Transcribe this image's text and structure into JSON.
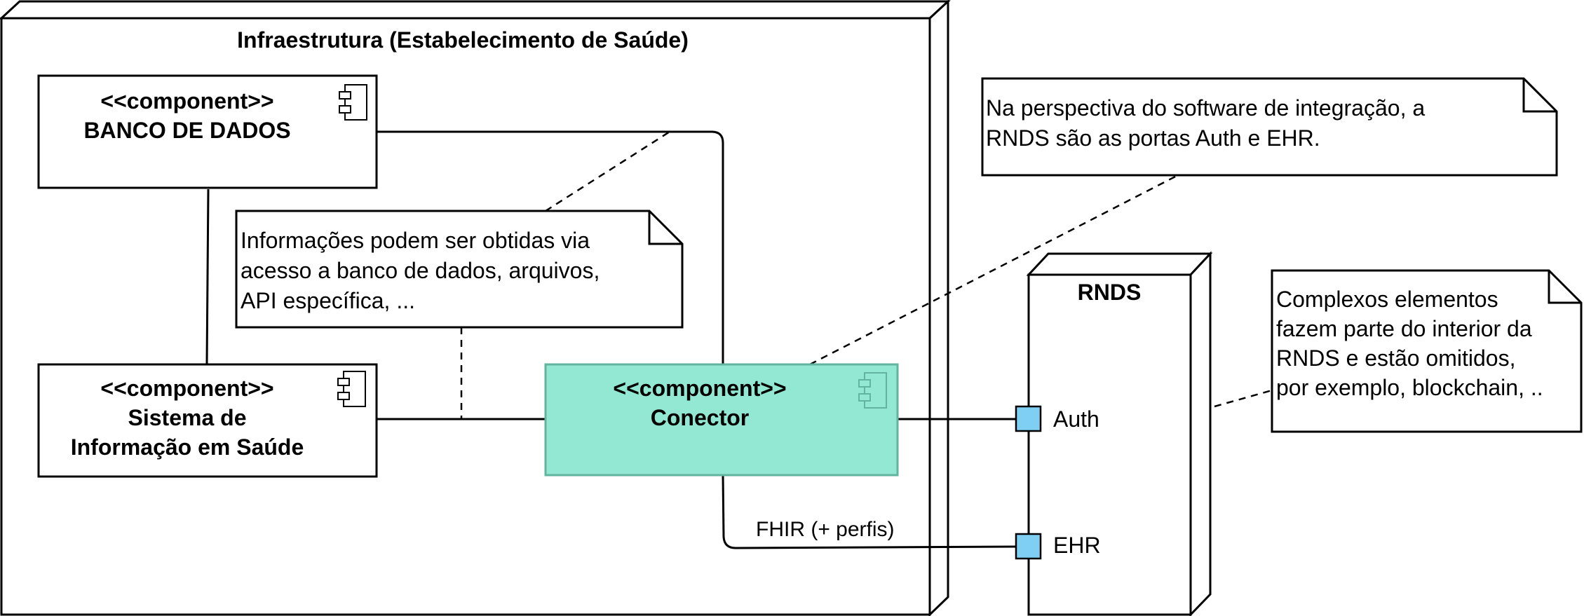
{
  "infra_node": {
    "title": "Infraestrutura (Estabelecimento de Saúde)"
  },
  "rnds_node": {
    "title": "RNDS"
  },
  "components": {
    "banco": {
      "stereotype": "<<component>>",
      "name_lines": [
        "BANCO DE DADOS"
      ]
    },
    "sistema": {
      "stereotype": "<<component>>",
      "name_lines": [
        "Sistema de",
        "Informação em Saúde"
      ]
    },
    "conector": {
      "stereotype": "<<component>>",
      "name_lines": [
        "Conector"
      ],
      "fill_color": "#93e8d3",
      "stroke_color": "#62b49f"
    }
  },
  "ports": {
    "auth": {
      "label": "Auth",
      "fill_color": "#7fcff3"
    },
    "ehr": {
      "label": "EHR",
      "fill_color": "#7fcff3"
    }
  },
  "connector_label": "FHIR (+ perfis)",
  "notes": {
    "info": {
      "lines": [
        "Informações podem ser obtidas via",
        "acesso a banco de dados, arquivos,",
        "API específica, ..."
      ]
    },
    "perspectiva": {
      "lines": [
        "Na perspectiva do software de integração, a",
        "RNDS são as portas Auth e EHR."
      ]
    },
    "complexos": {
      "lines": [
        "Complexos elementos",
        "fazem parte do interior da",
        "RNDS e estão omitidos,",
        "por exemplo, blockchain, .."
      ]
    }
  }
}
